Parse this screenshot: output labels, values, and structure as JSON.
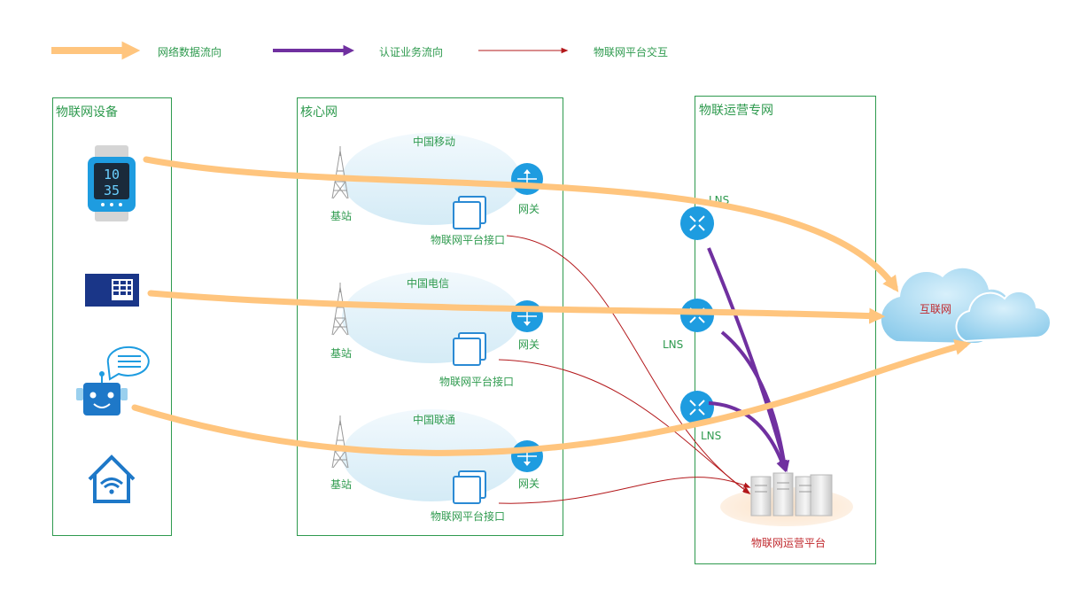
{
  "legend": {
    "network_flow": "网络数据流向",
    "auth_flow": "认证业务流向",
    "platform_interaction": "物联网平台交互"
  },
  "panels": {
    "devices": "物联网设备",
    "core": "核心网",
    "private": "物联运营专网"
  },
  "watch": {
    "hour": "10",
    "minute": "35"
  },
  "operators": [
    {
      "name": "中国移动",
      "base_station": "基站",
      "gateway": "网关",
      "interface": "物联网平台接口"
    },
    {
      "name": "中国电信",
      "base_station": "基站",
      "gateway": "网关",
      "interface": "物联网平台接口"
    },
    {
      "name": "中国联通",
      "base_station": "基站",
      "gateway": "网关",
      "interface": "物联网平台接口"
    }
  ],
  "lns": [
    "LNS",
    "LNS",
    "LNS"
  ],
  "internet": "互联网",
  "platform": "物联网运营平台",
  "colors": {
    "network_flow": "#ffc57e",
    "auth_flow": "#7030a0",
    "platform_interaction": "#b3181b",
    "border": "#2e9a4e",
    "router": "#1e9ce0",
    "label": "#2e9a4e"
  }
}
